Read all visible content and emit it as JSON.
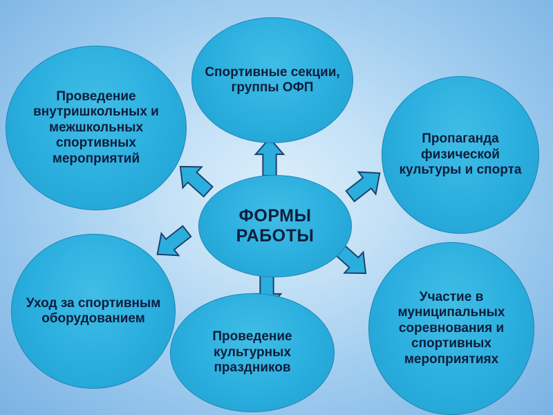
{
  "slide": {
    "center": {
      "label": "ФОРМЫ РАБОТЫ"
    },
    "nodes": [
      {
        "id": "sports-sections",
        "label": "Спортивные секции, группы ОФП"
      },
      {
        "id": "school-events",
        "label": "Проведение внутришкольных и межшкольных спортивных мероприятий"
      },
      {
        "id": "promotion",
        "label": "Пропаганда физической культуры и спорта"
      },
      {
        "id": "equipment-care",
        "label": "Уход за спортивным оборудованием"
      },
      {
        "id": "cultural-holidays",
        "label": "Проведение культурных праздников"
      },
      {
        "id": "municipal-competitions",
        "label": "Участие в муниципальных соревнования и спортивных мероприятиях"
      }
    ],
    "colors": {
      "ellipse_fill": "#2aaede",
      "ellipse_edge": "#1d86b4",
      "text": "#0d1e3c",
      "arrow_fill": "#2aaede",
      "arrow_outline": "#1c3e66",
      "background_center": "#dceefb",
      "background_edge": "#7ab2e3"
    }
  }
}
